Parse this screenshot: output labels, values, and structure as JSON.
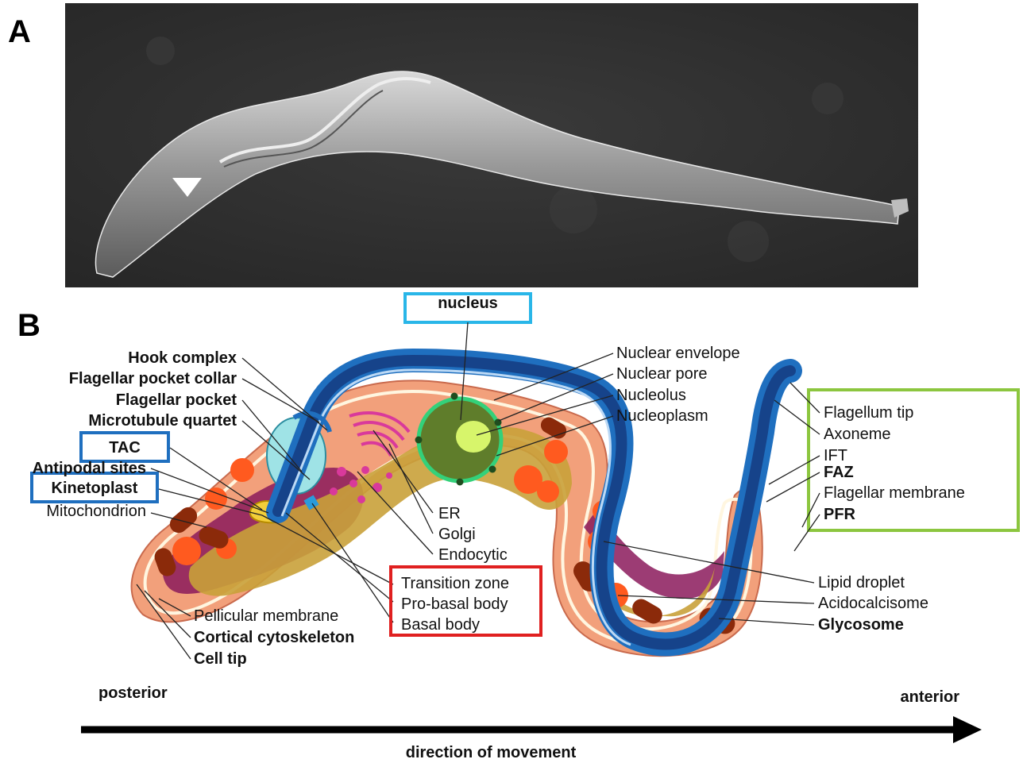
{
  "panel_a": {
    "letter": "A"
  },
  "panel_b": {
    "letter": "B",
    "nucleus_box": "nucleus",
    "left_labels": {
      "hook_complex": "Hook complex",
      "flagellar_pocket_collar": "Flagellar pocket collar",
      "flagellar_pocket": "Flagellar pocket",
      "microtubule_quartet": "Microtubule quartet",
      "tac": "TAC",
      "antipodal_sites": "Antipodal sites",
      "kinetoplast": "Kinetoplast",
      "mitochondrion": "Mitochondrion"
    },
    "nucleus_labels": {
      "nuclear_envelope": "Nuclear envelope",
      "nuclear_pore": "Nuclear pore",
      "nucleolus": "Nucleolus",
      "nucleoplasm": "Nucleoplasm"
    },
    "right_labels": {
      "flagellum_tip": "Flagellum tip",
      "axoneme": "Axoneme",
      "ift": "IFT",
      "faz": "FAZ",
      "flagellar_membrane": "Flagellar membrane",
      "pfr": "PFR"
    },
    "middle_labels": {
      "er": "ER",
      "golgi": "Golgi",
      "endocytic": "Endocytic"
    },
    "basal_labels": {
      "transition_zone": "Transition zone",
      "pro_basal_body": "Pro-basal body",
      "basal_body": "Basal body"
    },
    "bottom_left_labels": {
      "pellicular_membrane": "Pellicular membrane",
      "cortical_cytoskeleton": "Cortical cytoskeleton",
      "cell_tip": "Cell tip"
    },
    "bottom_right_labels": {
      "lipid_droplet": "Lipid droplet",
      "acidocalcisome": "Acidocalcisome",
      "glycosome": "Glycosome"
    },
    "footer": {
      "posterior": "posterior",
      "anterior": "anterior",
      "direction": "direction of movement"
    }
  },
  "colors": {
    "tac_box": "#1f6fbf",
    "nucleus_box": "#29b6e8",
    "basal_box": "#e02020",
    "flagellum_box": "#8cc63f"
  }
}
